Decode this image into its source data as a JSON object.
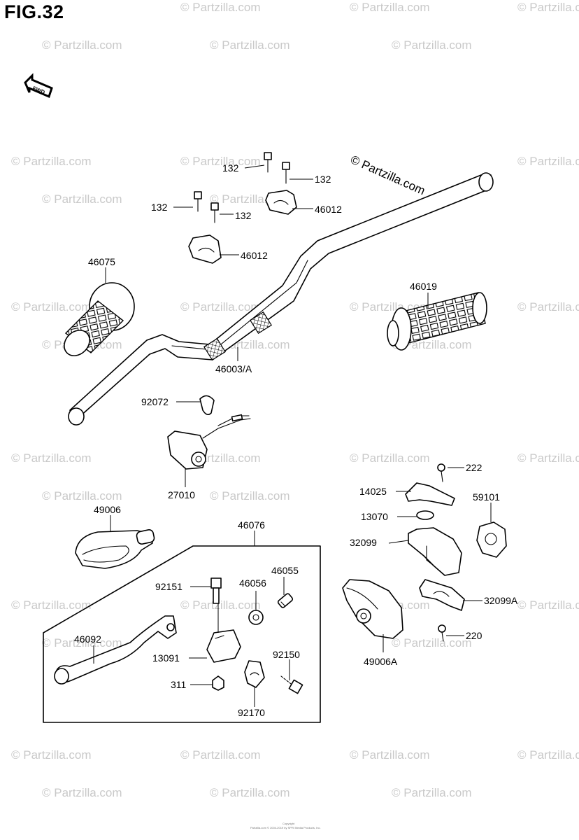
{
  "figure": {
    "title": "FIG.32",
    "fwd_label": "FWD"
  },
  "watermark": {
    "text": "© Partzilla.com",
    "brand": "© Partzilla.com"
  },
  "callouts": {
    "c132a": "132",
    "c132b": "132",
    "c132c": "132",
    "c132d": "132",
    "c46012a": "46012",
    "c46012b": "46012",
    "c46075": "46075",
    "c46019": "46019",
    "c46003": "46003/A",
    "c92072": "92072",
    "c27010": "27010",
    "c222": "222",
    "c14025": "14025",
    "c59101": "59101",
    "c13070": "13070",
    "c32099": "32099",
    "c32099A": "32099A",
    "c220": "220",
    "c49006A": "49006A",
    "c49006": "49006",
    "c46076": "46076",
    "c92151": "92151",
    "c46056": "46056",
    "c46055": "46055",
    "c46092": "46092",
    "c13091": "13091",
    "c92150": "92150",
    "c311": "311",
    "c92170": "92170"
  },
  "footer": {
    "copyright": "Copyright",
    "notice": "Partzilla.com © 2004-2019 by SPRI Media Products, Inc."
  },
  "colors": {
    "ink": "#000000",
    "watermark": "#c9c9c9",
    "background": "#ffffff"
  }
}
